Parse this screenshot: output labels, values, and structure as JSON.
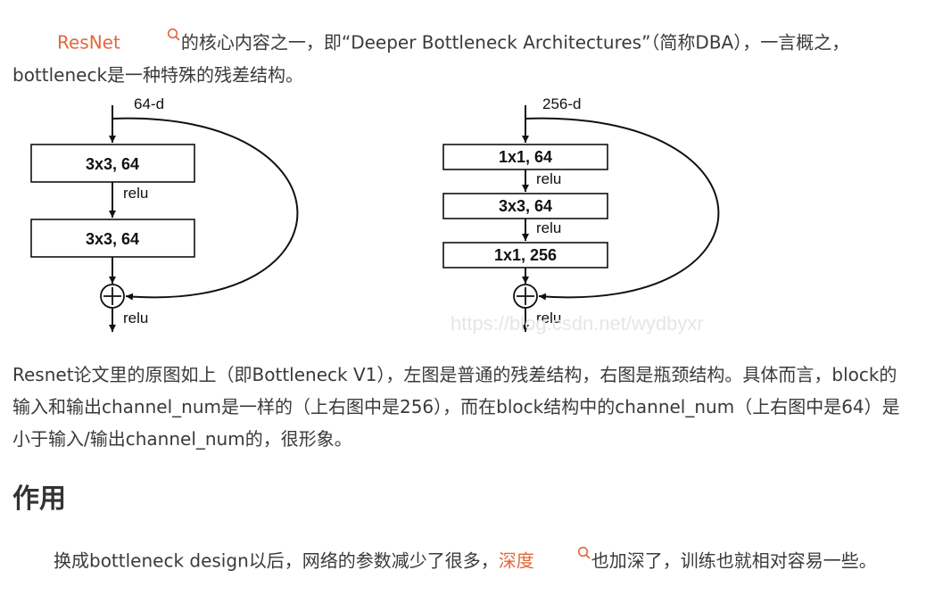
{
  "paragraph1": {
    "link_text": "ResNet",
    "text": "的核心内容之一，即“Deeper Bottleneck Architectures”（简称DBA），一言概之，bottleneck是一种特殊的残差结构。"
  },
  "figure": {
    "left": {
      "input_label": "64-d",
      "block1": "3x3, 64",
      "mid_label": "relu",
      "block2": "3x3, 64",
      "out_label": "relu"
    },
    "right": {
      "input_label": "256-d",
      "block1": "1x1, 64",
      "relu1": "relu",
      "block2": "3x3, 64",
      "relu2": "relu",
      "block3": "1x1, 256",
      "out_label": "relu"
    },
    "watermark": "https://blog.csdn.net/wydbyxr"
  },
  "paragraph2": "Resnet论文里的原图如上（即Bottleneck V1），左图是普通的残差结构，右图是瓶颈结构。具体而言，block的输入和输出channel_num是一样的（上右图中是256），而在block结构中的channel_num（上右图中是64）是小于输入/输出channel_num的，很形象。",
  "heading": "作用",
  "paragraph3": {
    "before": "换成bottleneck design以后，网络的参数减少了很多，",
    "link_text": "深度",
    "after": "也加深了，训练也就相对容易一些。"
  },
  "colors": {
    "link": "#e2673b",
    "text": "#3a3a3a"
  }
}
